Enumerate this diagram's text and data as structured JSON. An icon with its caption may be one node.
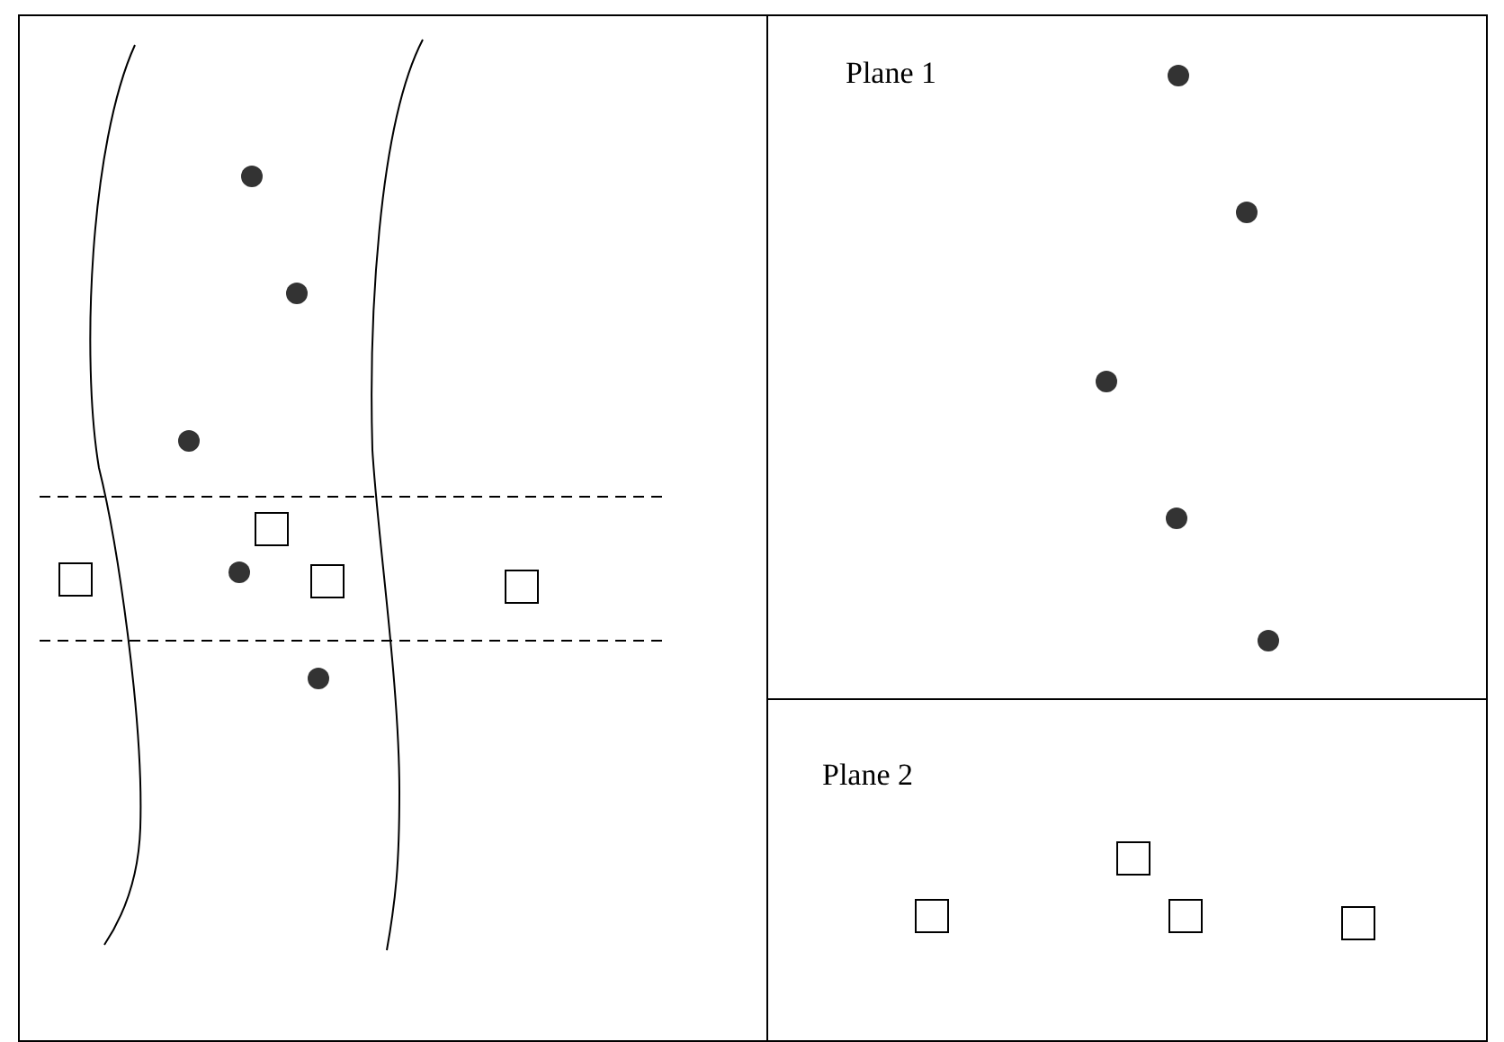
{
  "diagram": {
    "nodes": [
      {
        "text": [],
        "shape": "box"
      },
      {
        "text": [
          "Plane 1"
        ]
      },
      {
        "text": [
          "Plane 2"
        ]
      }
    ]
  }
}
